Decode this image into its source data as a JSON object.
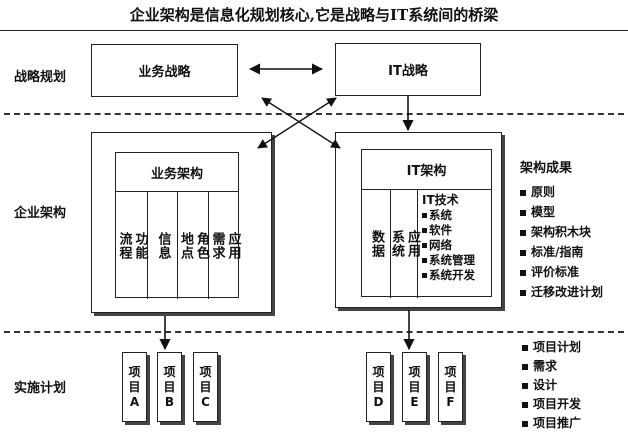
{
  "title": "企业架构是信息化规划核心,它是战略与IT系统间的桥梁",
  "rows": {
    "strategy": "战略规划",
    "enterprise": "企业架构",
    "implementation": "实施计划"
  },
  "strategy_boxes": {
    "business": "业务战略",
    "it": "IT战略"
  },
  "business_arch": {
    "title": "业务架构",
    "columns": [
      "功能\n流程",
      "信息",
      "角色\n地点",
      "应用\n需求"
    ]
  },
  "it_arch": {
    "title": "IT架构",
    "data_label": "数据",
    "app_label": "应用\n系统",
    "tech_title": "IT技术",
    "tech_items": [
      "系统",
      "软件",
      "网络",
      "系统管理",
      "系统开发"
    ]
  },
  "arch_results": {
    "title": "架构成果",
    "items": [
      "原则",
      "模型",
      "架构积木块",
      "标准/指南",
      "评价标准",
      "迁移改进计划"
    ]
  },
  "projects": {
    "prefix": [
      "项",
      "目"
    ],
    "left": [
      "A",
      "B",
      "C"
    ],
    "right": [
      "D",
      "E",
      "F"
    ]
  },
  "project_tasks": [
    "项目计划",
    "需求",
    "设计",
    "项目开发",
    "项目推广"
  ]
}
